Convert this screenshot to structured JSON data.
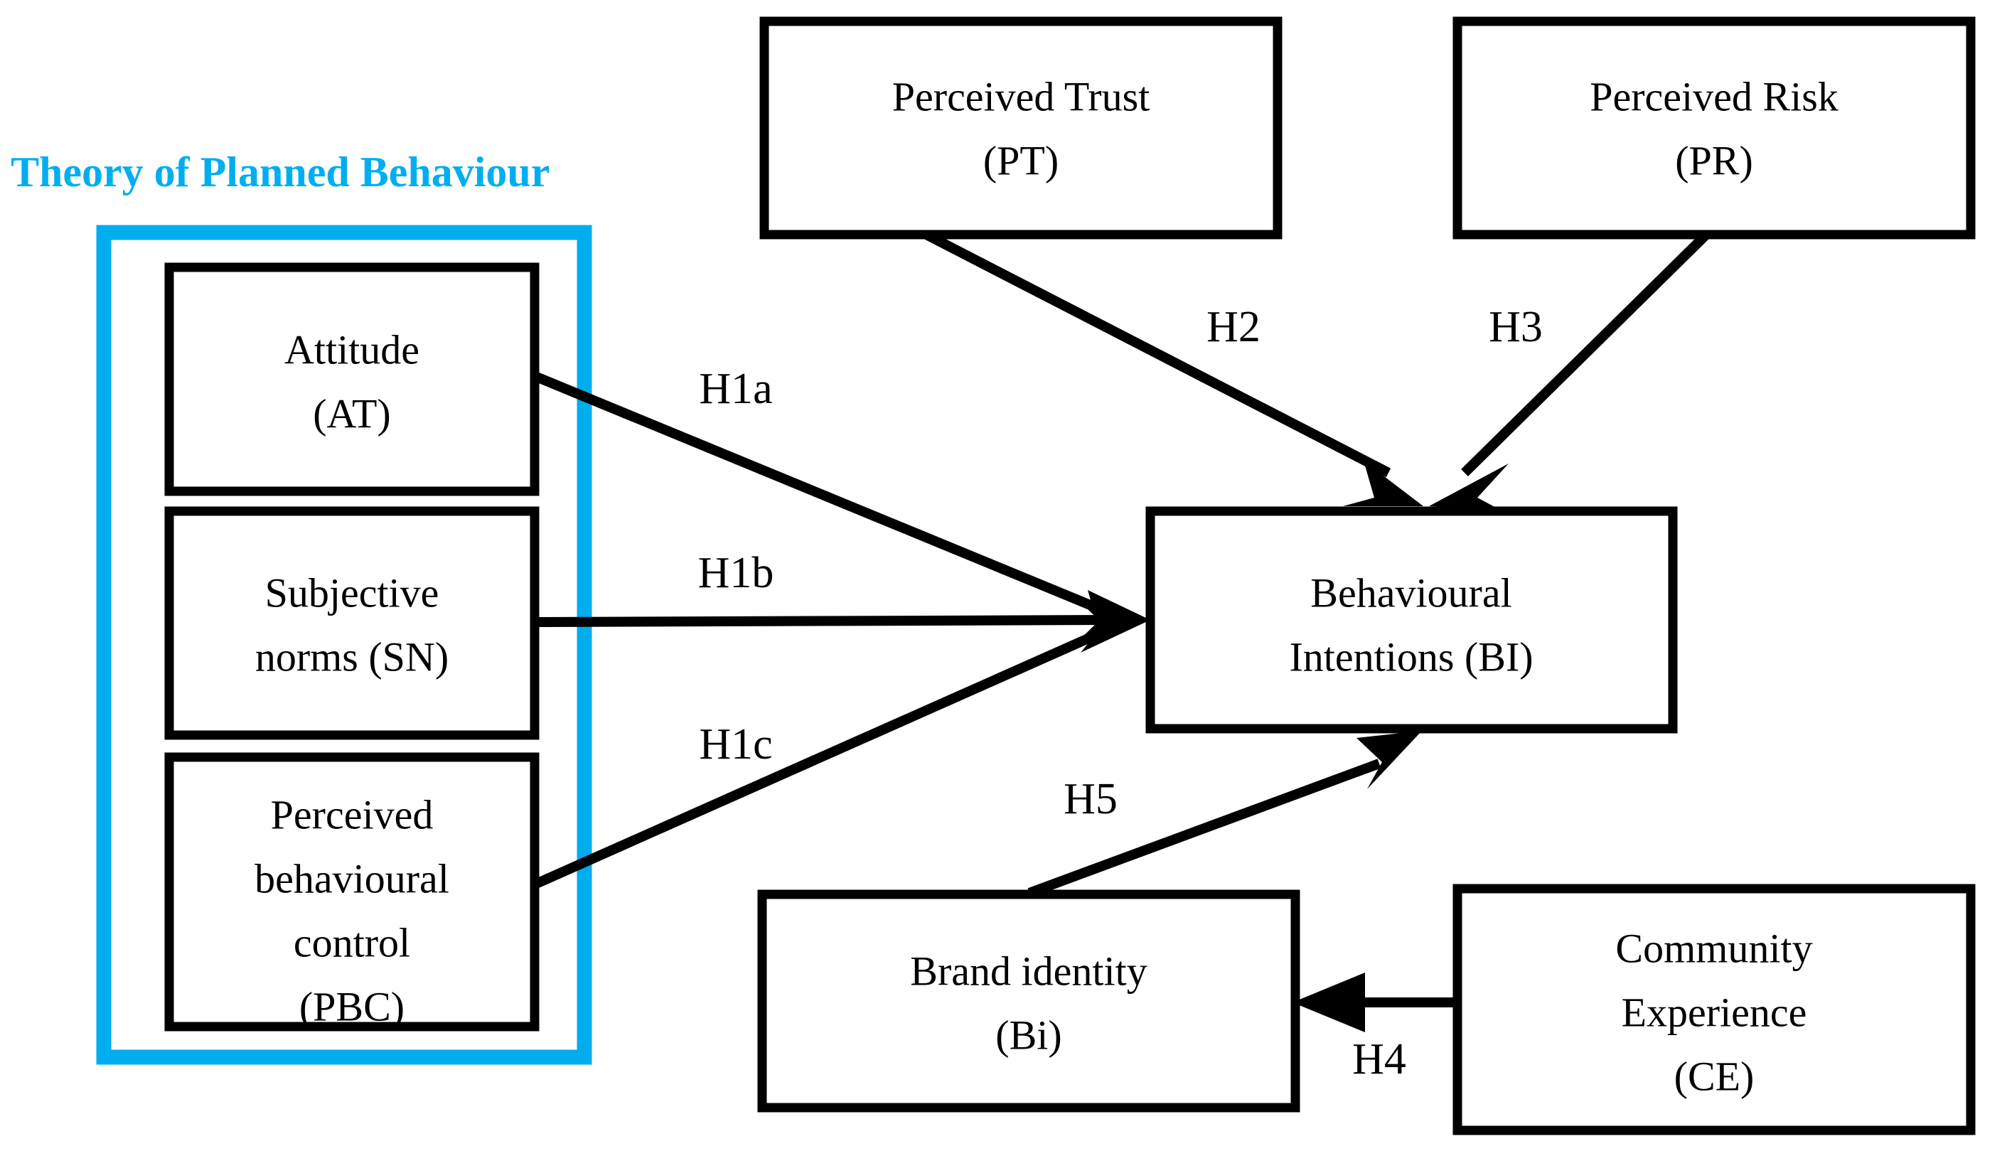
{
  "diagram": {
    "title_group": "Theory of Planned Behaviour",
    "accent_color": "#00AEEF",
    "line_color": "#000000",
    "background_color": "#FFFFFF",
    "nodes": [
      {
        "id": "AT",
        "line1": "Attitude",
        "line2": "(AT)",
        "line3": ""
      },
      {
        "id": "SN",
        "line1": "Subjective",
        "line2": "norms (SN)",
        "line3": ""
      },
      {
        "id": "PBC",
        "line1": "Perceived",
        "line2": "behavioural",
        "line3": "control",
        "line4": "(PBC)"
      },
      {
        "id": "PT",
        "line1": "Perceived Trust",
        "line2": "(PT)",
        "line3": ""
      },
      {
        "id": "PR",
        "line1": "Perceived Risk",
        "line2": "(PR)",
        "line3": ""
      },
      {
        "id": "BI",
        "line1": "Behavioural",
        "line2": "Intentions (BI)",
        "line3": ""
      },
      {
        "id": "Bi",
        "line1": "Brand identity",
        "line2": "(Bi)",
        "line3": ""
      },
      {
        "id": "CE",
        "line1": "Community",
        "line2": "Experience",
        "line3": "(CE)"
      }
    ],
    "edges": [
      {
        "id": "H1a",
        "label": "H1a",
        "from": "AT",
        "to": "BI"
      },
      {
        "id": "H1b",
        "label": "H1b",
        "from": "SN",
        "to": "BI"
      },
      {
        "id": "H1c",
        "label": "H1c",
        "from": "PBC",
        "to": "BI"
      },
      {
        "id": "H2",
        "label": "H2",
        "from": "PT",
        "to": "BI"
      },
      {
        "id": "H3",
        "label": "H3",
        "from": "PR",
        "to": "BI"
      },
      {
        "id": "H4",
        "label": "H4",
        "from": "CE",
        "to": "Bi"
      },
      {
        "id": "H5",
        "label": "H5",
        "from": "Bi",
        "to": "BI"
      }
    ]
  }
}
